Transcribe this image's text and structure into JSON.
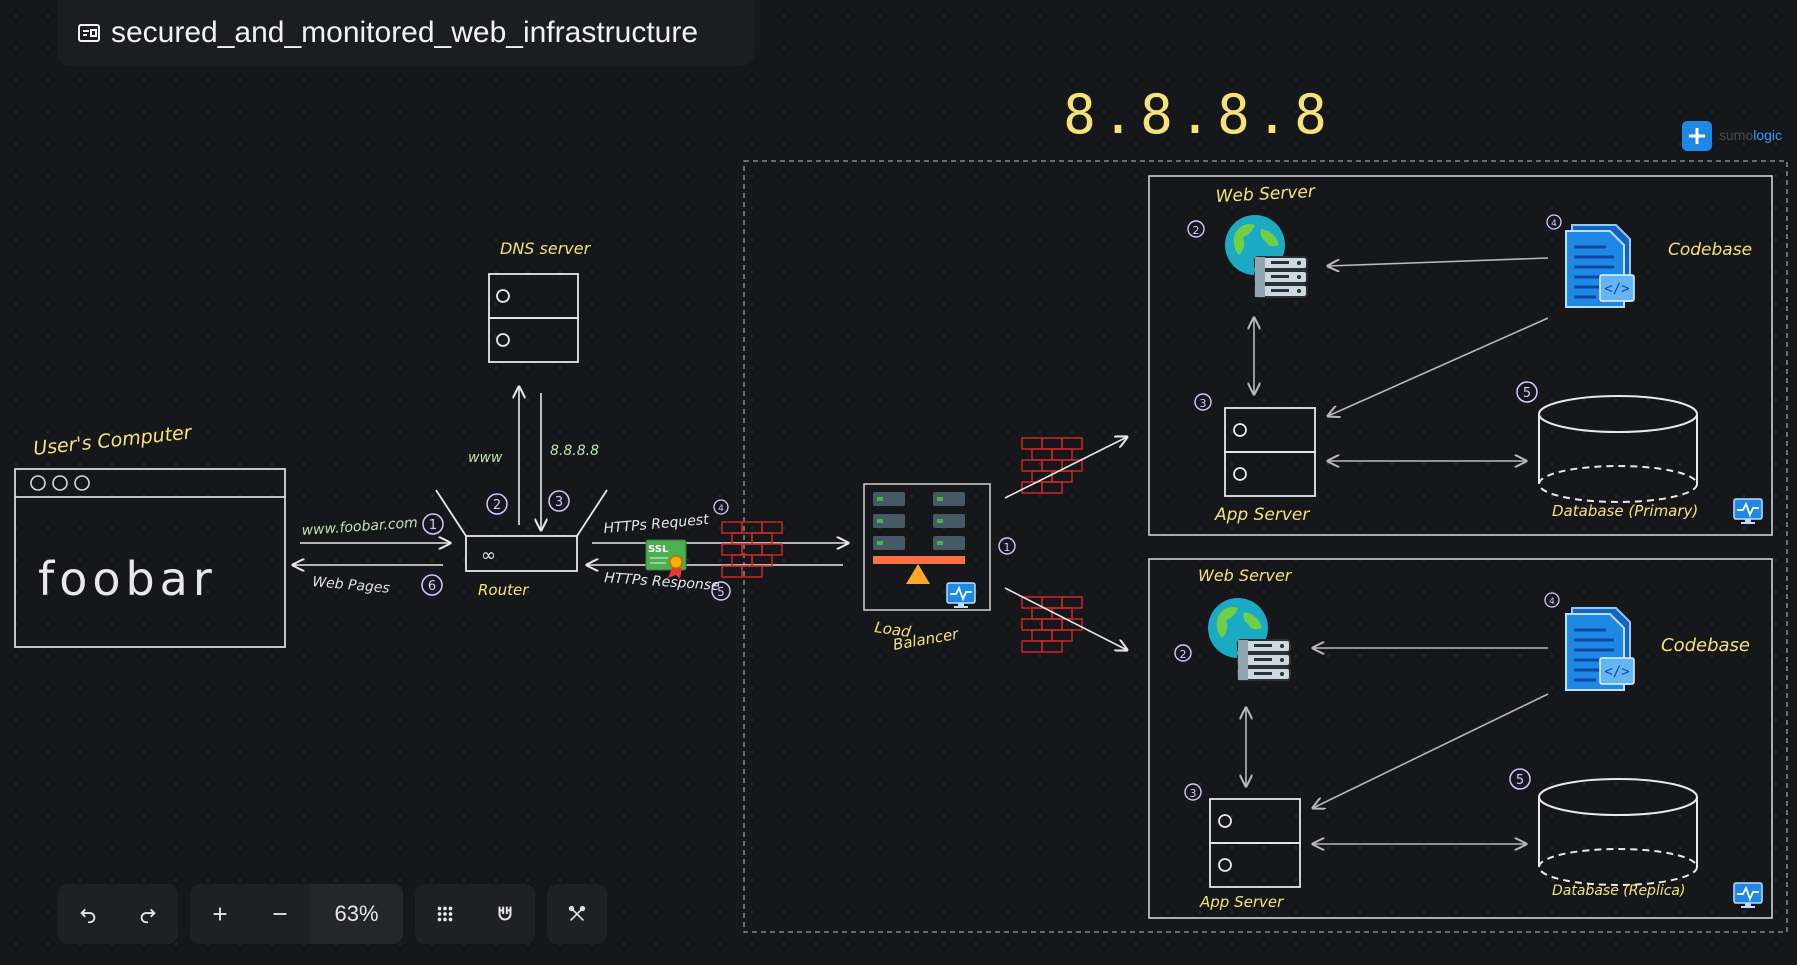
{
  "document": {
    "title": "secured_and_monitored_web_infrastructure",
    "icon": "board-icon"
  },
  "diagram": {
    "ip_label": "8.8.8.8",
    "brand": {
      "logo_name": "sumologic",
      "logo_prefix": "sumo",
      "logo_suffix": "logic"
    },
    "user_computer": {
      "label": "User's Computer",
      "screen_text": "foobar"
    },
    "dns": {
      "label": "DNS server",
      "label_www": "www",
      "label_ip": "8.8.8.8",
      "step2": "2",
      "step3": "3"
    },
    "router": {
      "label": "Router",
      "symbol": "∞"
    },
    "client_links": {
      "request": "www.foobar.com",
      "response": "Web Pages",
      "step1": "1",
      "step6": "6"
    },
    "https": {
      "request": "HTTPs Request",
      "response": "HTTPs Response",
      "ssl": "SSL",
      "step_req": "4",
      "step_resp": "5"
    },
    "load_balancer": {
      "label_line1": "Load",
      "label_line2": "Balancer",
      "step": "1"
    },
    "server_top": {
      "web_server": "Web Server",
      "app_server": "App Server",
      "codebase": "Codebase",
      "database": "Database (Primary)",
      "step_web": "2",
      "step_app": "3",
      "step_code": "4",
      "step_db": "5"
    },
    "server_bottom": {
      "web_server": "Web Server",
      "app_server": "App Server",
      "codebase": "Codebase",
      "database": "Database (Replica)",
      "step_web": "2",
      "step_app": "3",
      "step_code": "4",
      "step_db": "5"
    },
    "colors": {
      "text_yellow": "#f5e27a",
      "text_green": "#bfe3b0",
      "text_violet": "#d7c8ff",
      "stroke": "#e8e8e8",
      "firewall": "#c62828",
      "accent": "#1e88e5"
    }
  },
  "toolbar": {
    "zoom": "63%",
    "buttons": [
      "undo",
      "redo",
      "zoom-in",
      "zoom-out",
      "grid",
      "magnet",
      "tools"
    ]
  }
}
